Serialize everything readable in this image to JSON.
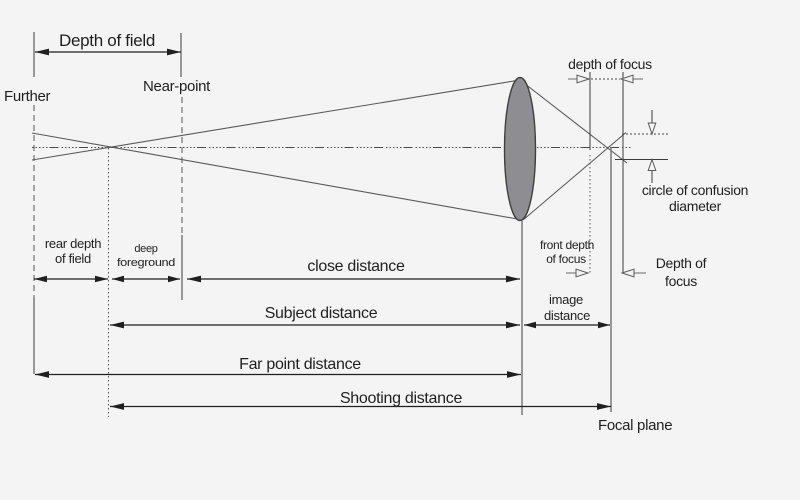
{
  "colors": {
    "background": "#f4f4f4",
    "line": "#3c3c3c",
    "ray": "#5a5a5a",
    "lens_fill": "#8e8e92",
    "lens_stroke": "#404040"
  },
  "labels": {
    "depth_of_field": "Depth of field",
    "further": "Further",
    "near_point": "Near-point",
    "depth_of_focus_top": "depth of focus",
    "circle_of_confusion_line1": "circle of confusion",
    "circle_of_confusion_line2": "diameter",
    "depth_of_focus_right_line1": "Depth of",
    "depth_of_focus_right_line2": "focus",
    "front_depth_of_focus_line1": "front depth",
    "front_depth_of_focus_line2": "of focus",
    "image_distance_line1": "image",
    "image_distance_line2": "distance",
    "rear_depth_of_field_line1": "rear depth",
    "rear_depth_of_field_line2": "of field",
    "deep_foreground_line1": "deep",
    "deep_foreground_line2": "foreground",
    "close_distance": "close distance",
    "subject_distance": "Subject distance",
    "far_point_distance": "Far point distance",
    "shooting_distance": "Shooting distance",
    "focal_plane": "Focal plane"
  }
}
